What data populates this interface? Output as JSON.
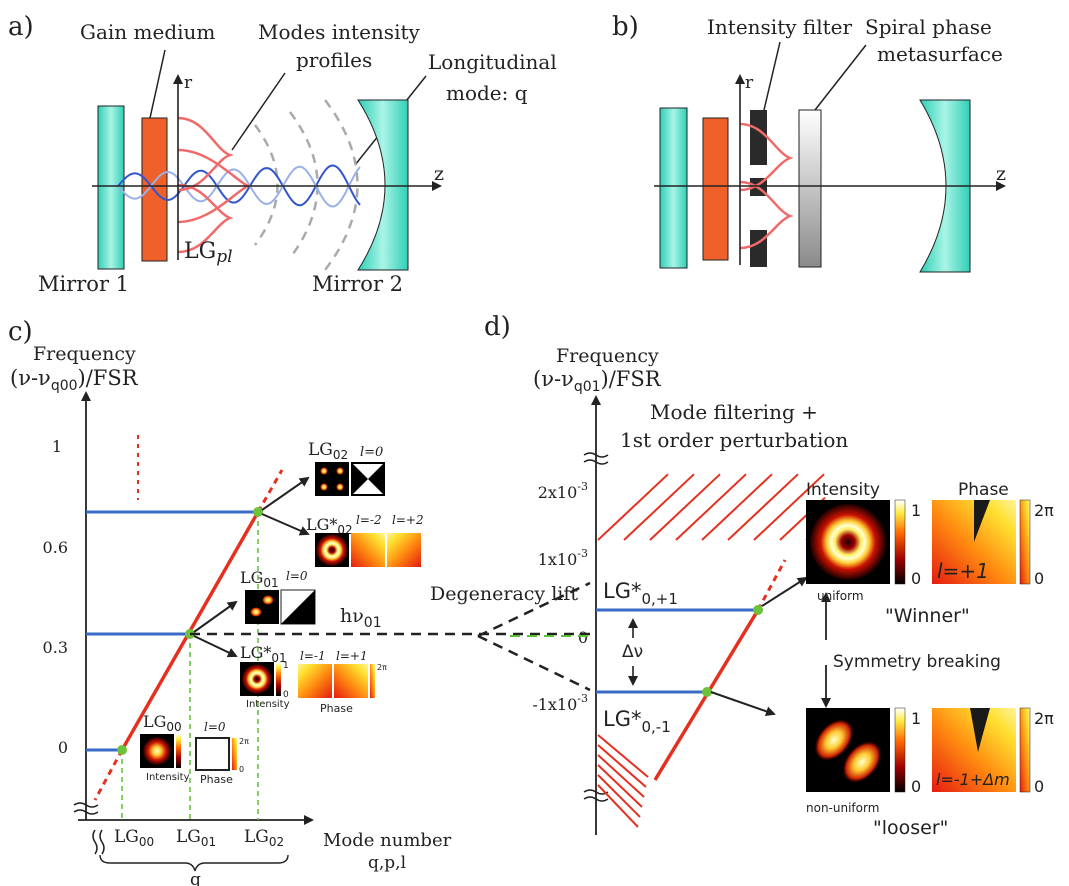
{
  "panel_a": {
    "tag": "a)",
    "gain_medium": "Gain medium",
    "modes_line1": "Modes intensity",
    "modes_line2": "profiles",
    "longitudinal_line1": "Longitudinal",
    "longitudinal_line2": "mode: q",
    "r_axis": "r",
    "z_axis": "z",
    "lg_main": "LG",
    "lg_sub": "pl",
    "mirror1": "Mirror 1",
    "mirror2": "Mirror 2"
  },
  "panel_b": {
    "tag": "b)",
    "intensity_filter": "Intensity filter",
    "spiral_line1": "Spiral phase",
    "spiral_line2": "metasurface",
    "r_axis": "r",
    "z_axis": "z"
  },
  "panel_c": {
    "tag": "c)",
    "ylabel_line1": "Frequency",
    "ylabel_main": "(ν-ν",
    "ylabel_sub": "q00",
    "ylabel_tail": ")/FSR",
    "yticks": [
      "1",
      "0.6",
      "0.3",
      "0"
    ],
    "xticks_main": [
      "LG",
      "LG",
      "LG"
    ],
    "xticks_sub": [
      "00",
      "01",
      "02"
    ],
    "xlabel_line1": "Mode number",
    "xlabel_line2": "q,p,l",
    "brace_label": "q",
    "lg02_main": "LG",
    "lg02_sub": "02",
    "lg02_l": "l=0",
    "lgs02_main": "LG*",
    "lgs02_sub": "02",
    "lgs02_l1": "l=-2",
    "lgs02_l2": "l=+2",
    "lg01_main": "LG",
    "lg01_sub": "01",
    "lg01_l": "l=0",
    "hnu_main": "hν",
    "hnu_sub": "01",
    "lgs01_main": "LG*",
    "lgs01_sub": "01",
    "lgs01_l1": "l=-1",
    "lgs01_l2": "l=+1",
    "intensity_small": "Intensity",
    "phase_small": "Phase",
    "cb_one": "1",
    "cb_zero": "0",
    "cb_2pi": "2π",
    "lg00_main": "LG",
    "lg00_sub": "00",
    "lg00_l": "l=0",
    "intensity_small2": "Intensity",
    "phase_small2": "Phase"
  },
  "panel_d": {
    "tag": "d)",
    "ylabel_line1": "Frequency",
    "ylabel_main": "(ν-ν",
    "ylabel_sub": "q01",
    "ylabel_tail": ")/FSR",
    "title_line1": "Mode filtering +",
    "title_line2": "1st order perturbation",
    "yticks": [
      {
        "base": "2x10",
        "exp": "-3"
      },
      {
        "base": "1x10",
        "exp": "-3"
      },
      {
        "base": "0",
        "exp": ""
      },
      {
        "base": "-1x10",
        "exp": "-3"
      }
    ],
    "degeneracy_lift": "Degeneracy lift",
    "lg_plus_main": "LG*",
    "lg_plus_sub": "0,+1",
    "lg_minus_main": "LG*",
    "lg_minus_sub": "0,-1",
    "delta_nu": "Δν",
    "intensity_header": "Intensity",
    "phase_header": "Phase",
    "cb_one": "1",
    "cb_zero": "0",
    "cb_2pi": "2π",
    "uniform": "uniform",
    "non_uniform": "non-uniform",
    "winner": "\"Winner\"",
    "looser": "\"looser\"",
    "symmetry_breaking": "Symmetry breaking",
    "l_plus": "l=+1",
    "l_minus": "l=-1+Δm"
  },
  "colors": {
    "blue_level": "#3a6bc4",
    "red_line": "#e53020",
    "green_dashed": "#5ac032",
    "mirror": "#5ee0c8",
    "gain": "#f0602a",
    "wave": "#3355cc",
    "profile": "#f06a6a"
  }
}
